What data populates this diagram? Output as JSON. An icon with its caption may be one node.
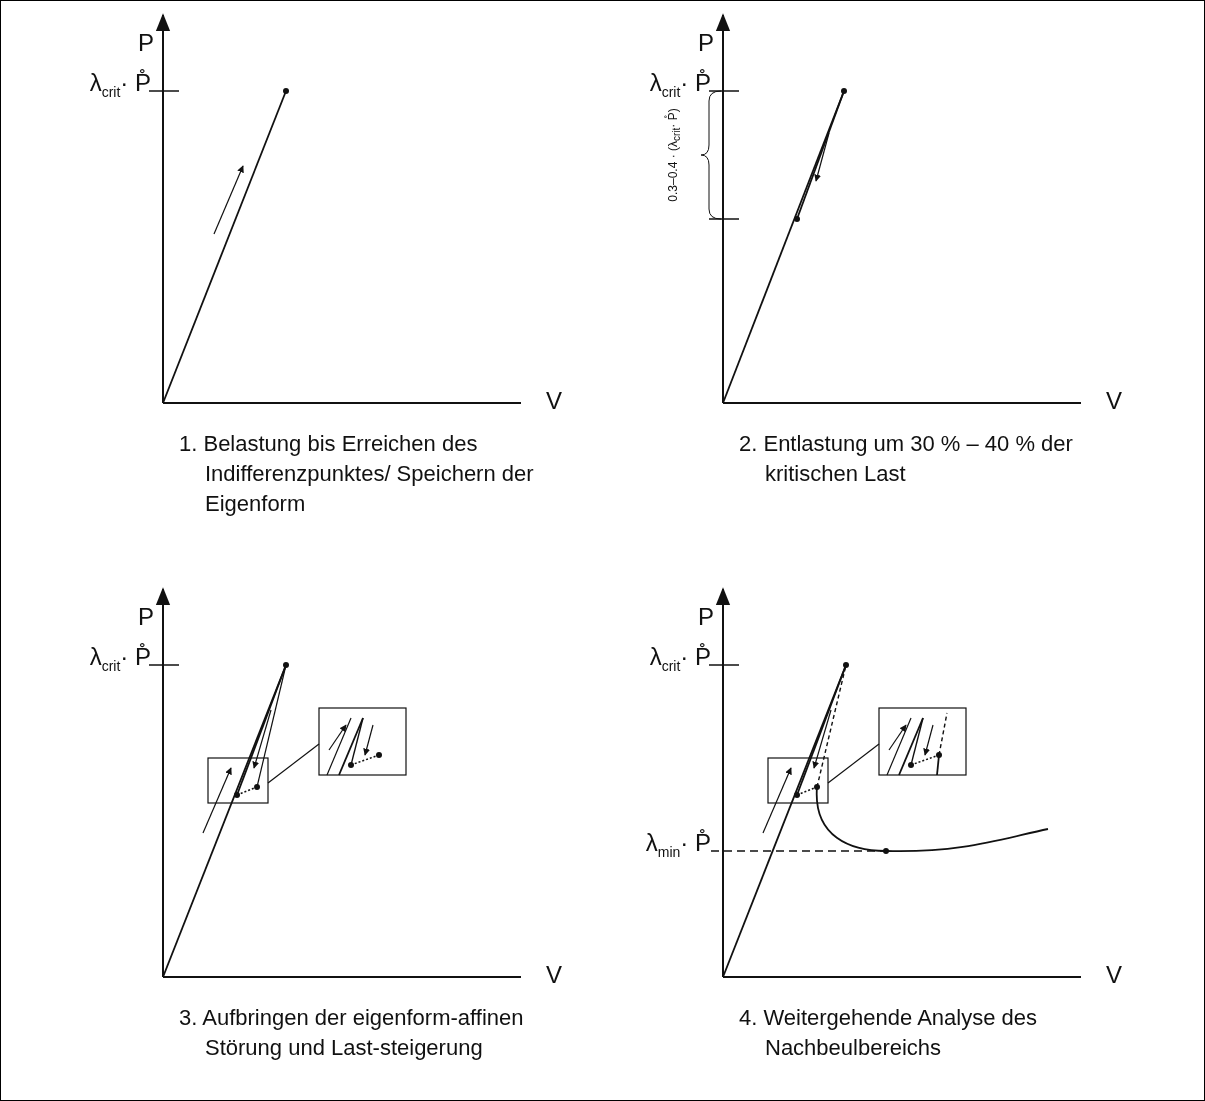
{
  "diagram": {
    "labels": [
      "P",
      "λ$_{crit}$· P̊",
      "P",
      "λ$_{crit}$· P̊",
      "0.3–0.4 · (λ$_{crit}$· P̊)",
      "V",
      "V",
      "1. Belastung bis Erreichen des Indifferenzpunktes/ Speichern der Eigenform",
      "2. Entlastung um 30 % – 40 % der kritischen Last",
      "P",
      "λ$_{crit}$· P̊",
      "P",
      "λ$_{crit}$· P̊",
      "λ$_{min}$· P̊",
      "V",
      "V",
      "3. Aufbringen der eigenform-affinen Störung und Last-steigerung",
      "4. Weitergehende Analyse des Nachbeulbereichs"
    ]
  }
}
